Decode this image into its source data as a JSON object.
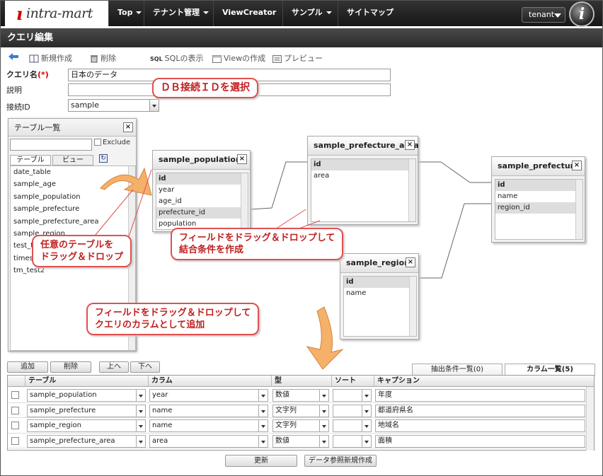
{
  "nav": {
    "logo_text": "intra-mart",
    "items": [
      {
        "label": "Top"
      },
      {
        "label": "テナント管理"
      },
      {
        "label": "ViewCreator"
      },
      {
        "label": "サンプル"
      },
      {
        "label": "サイトマップ"
      }
    ],
    "tenant_label": "tenant",
    "ilogo": "i"
  },
  "page_title": "クエリ編集",
  "toolbar": {
    "new_label": "新規作成",
    "delete_label": "削除",
    "sql_icon_text": "SQL",
    "sql_label": "SQLの表示",
    "view_create_label": "Viewの作成",
    "preview_label": "プレビュー"
  },
  "form": {
    "query_name_label": "クエリ名",
    "required_mark": "(*)",
    "query_name_value": "日本のデータ",
    "description_label": "説明",
    "description_value": "",
    "connection_label": "接続ID",
    "connection_value": "sample"
  },
  "table_list": {
    "title": "テーブル一覧",
    "exclude_label": "Exclude",
    "tab_table": "テーブル",
    "tab_view": "ビュー",
    "items": [
      "date_table",
      "sample_age",
      "sample_population",
      "sample_prefecture",
      "sample_prefecture_area",
      "sample_region",
      "test_ta",
      "timest",
      "tm_test2"
    ]
  },
  "tables": {
    "population": {
      "title": "sample_population",
      "fields": [
        "id",
        "year",
        "age_id",
        "prefecture_id",
        "population"
      ]
    },
    "prefecture_area": {
      "title": "sample_prefecture_area",
      "fields": [
        "id",
        "area"
      ]
    },
    "prefecture": {
      "title": "sample_prefecture",
      "fields": [
        "id",
        "name",
        "region_id"
      ]
    },
    "region": {
      "title": "sample_region",
      "fields": [
        "id",
        "name"
      ]
    }
  },
  "callouts": {
    "select_db": "ＤＢ接続ＩＤを選択",
    "drag_table_1": "任意のテーブルを",
    "drag_table_2": "ドラッグ＆ドロップ",
    "join_1": "フィールドをドラッグ＆ドロップして",
    "join_2": "結合条件を作成",
    "column_1": "フィールドをドラッグ＆ドロップして",
    "column_2": "クエリのカラムとして追加"
  },
  "bottom": {
    "add_label": "追加",
    "delete_label": "削除",
    "up_label": "上へ",
    "down_label": "下へ",
    "tab_conditions": "抽出条件一覧(0)",
    "tab_columns": "カラム一覧(5)",
    "headers": {
      "table": "テーブル",
      "column": "カラム",
      "type": "型",
      "sort": "ソート",
      "caption": "キャプション"
    },
    "rows": [
      {
        "table": "sample_population",
        "column": "year",
        "type": "数値",
        "sort": "",
        "caption": "年度"
      },
      {
        "table": "sample_prefecture",
        "column": "name",
        "type": "文字列",
        "sort": "",
        "caption": "都道府県名"
      },
      {
        "table": "sample_region",
        "column": "name",
        "type": "文字列",
        "sort": "",
        "caption": "地域名"
      },
      {
        "table": "sample_prefecture_area",
        "column": "area",
        "type": "数値",
        "sort": "",
        "caption": "面積"
      }
    ],
    "update_label": "更新",
    "create_data_ref_label": "データ参照新規作成"
  }
}
